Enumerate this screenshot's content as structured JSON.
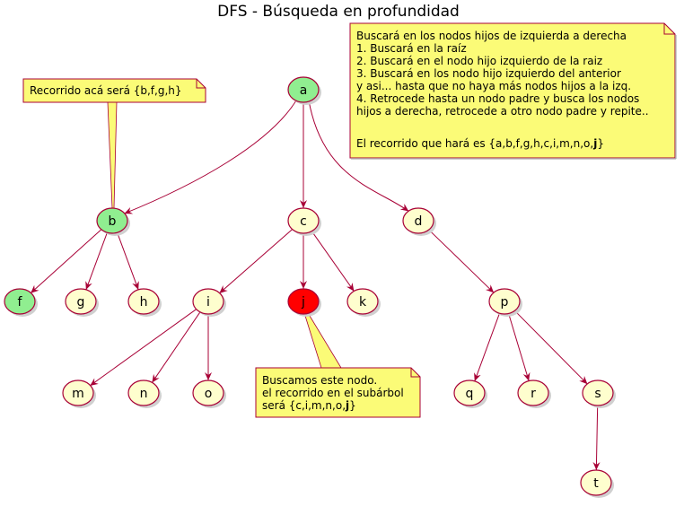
{
  "title": "DFS - Búsqueda en profundidad",
  "colors": {
    "node_default": "#FEFECE",
    "node_visited": "#90EE90",
    "node_target": "#FF0000",
    "edge": "#A80036",
    "note_fill": "#FBFB77"
  },
  "nodes": [
    {
      "id": "a",
      "label": "a",
      "state": "visited"
    },
    {
      "id": "b",
      "label": "b",
      "state": "visited"
    },
    {
      "id": "c",
      "label": "c",
      "state": "default"
    },
    {
      "id": "d",
      "label": "d",
      "state": "default"
    },
    {
      "id": "f",
      "label": "f",
      "state": "visited"
    },
    {
      "id": "g",
      "label": "g",
      "state": "default"
    },
    {
      "id": "h",
      "label": "h",
      "state": "default"
    },
    {
      "id": "i",
      "label": "i",
      "state": "default"
    },
    {
      "id": "j",
      "label": "j",
      "state": "target"
    },
    {
      "id": "k",
      "label": "k",
      "state": "default"
    },
    {
      "id": "p",
      "label": "p",
      "state": "default"
    },
    {
      "id": "m",
      "label": "m",
      "state": "default"
    },
    {
      "id": "n",
      "label": "n",
      "state": "default"
    },
    {
      "id": "o",
      "label": "o",
      "state": "default"
    },
    {
      "id": "q",
      "label": "q",
      "state": "default"
    },
    {
      "id": "r",
      "label": "r",
      "state": "default"
    },
    {
      "id": "s",
      "label": "s",
      "state": "default"
    },
    {
      "id": "t",
      "label": "t",
      "state": "default"
    }
  ],
  "edges": [
    {
      "from": "a",
      "to": "b"
    },
    {
      "from": "a",
      "to": "c"
    },
    {
      "from": "a",
      "to": "d"
    },
    {
      "from": "b",
      "to": "f"
    },
    {
      "from": "b",
      "to": "g"
    },
    {
      "from": "b",
      "to": "h"
    },
    {
      "from": "c",
      "to": "i"
    },
    {
      "from": "c",
      "to": "j"
    },
    {
      "from": "c",
      "to": "k"
    },
    {
      "from": "d",
      "to": "p"
    },
    {
      "from": "i",
      "to": "m"
    },
    {
      "from": "i",
      "to": "n"
    },
    {
      "from": "i",
      "to": "o"
    },
    {
      "from": "p",
      "to": "q"
    },
    {
      "from": "p",
      "to": "r"
    },
    {
      "from": "p",
      "to": "s"
    },
    {
      "from": "s",
      "to": "t"
    }
  ],
  "notes": {
    "main": {
      "lines": [
        "Buscará en los nodos hijos de izquierda a derecha",
        "1. Buscará en la raíz",
        "2. Buscará en el nodo hijo izquierdo de la raiz",
        "3. Buscará en los nodo hijo izquierdo del anterior",
        "y asi... hasta que no haya más nodos hijos a la izq.",
        "4. Retrocede hasta un nodo padre y busca los nodos",
        "hijos a derecha, retrocede a otro nodo padre y repite..",
        "",
        "El recorrido que hará es {a,b,f,g,h,c,i,m,n,o,"
      ],
      "last_bold": "j",
      "last_suffix": "}"
    },
    "b_note": {
      "text": "Recorrido acá será {b,f,g,h}"
    },
    "j_note": {
      "lines": [
        "Buscamos este nodo.",
        "el recorrido en el subárbol",
        "será {c,i,m,n,o,"
      ],
      "last_bold": "j",
      "last_suffix": "}"
    }
  }
}
